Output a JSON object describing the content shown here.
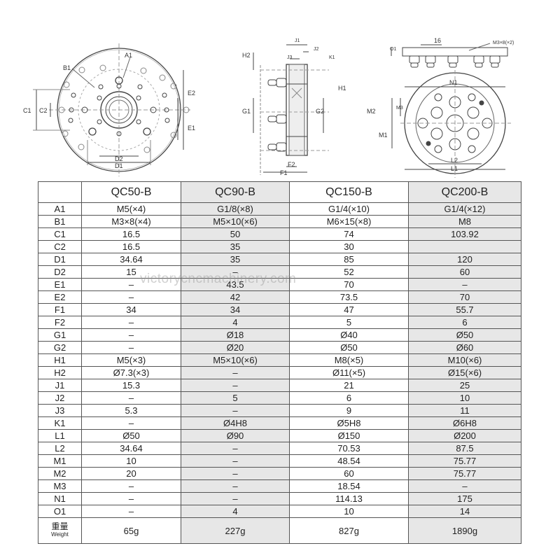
{
  "drawing_labels": {
    "front": {
      "A1": "A1",
      "B1": "B1",
      "C1": "C1",
      "C2": "C2",
      "D1": "D1",
      "D2": "D2",
      "E1": "E1",
      "E2": "E2"
    },
    "side": {
      "J1": "J1",
      "J2": "J2",
      "J3": "J3",
      "K1": "K1",
      "H1": "H1",
      "H2": "H2",
      "G1": "G1",
      "G2": "G2",
      "F1": "F1",
      "F2": "F2"
    },
    "right": {
      "O1": "O1",
      "dim16": "16",
      "screw": "M3×8(×2)",
      "N1": "N1",
      "M1": "M1",
      "M2": "M2",
      "M3": "M3",
      "L1": "L1",
      "L2": "L2"
    }
  },
  "watermark": "victorycncmachinery.com",
  "table": {
    "headers": [
      "",
      "QC50-B",
      "QC90-B",
      "QC150-B",
      "QC200-B"
    ],
    "rows": [
      {
        "label": "A1",
        "values": [
          "M5(×4)",
          "G1/8(×8)",
          "G1/4(×10)",
          "G1/4(×12)"
        ]
      },
      {
        "label": "B1",
        "values": [
          "M3×8(×4)",
          "M5×10(×6)",
          "M6×15(×8)",
          "M8"
        ]
      },
      {
        "label": "C1",
        "values": [
          "16.5",
          "50",
          "74",
          "103.92"
        ]
      },
      {
        "label": "C2",
        "values": [
          "16.5",
          "35",
          "30",
          ""
        ]
      },
      {
        "label": "D1",
        "values": [
          "34.64",
          "35",
          "85",
          "120"
        ]
      },
      {
        "label": "D2",
        "values": [
          "15",
          "–",
          "52",
          "60"
        ]
      },
      {
        "label": "E1",
        "values": [
          "–",
          "43.5",
          "70",
          "–"
        ]
      },
      {
        "label": "E2",
        "values": [
          "–",
          "42",
          "73.5",
          "70"
        ]
      },
      {
        "label": "F1",
        "values": [
          "34",
          "34",
          "47",
          "55.7"
        ]
      },
      {
        "label": "F2",
        "values": [
          "–",
          "4",
          "5",
          "6"
        ]
      },
      {
        "label": "G1",
        "values": [
          "–",
          "Ø18",
          "Ø40",
          "Ø50"
        ]
      },
      {
        "label": "G2",
        "values": [
          "–",
          "Ø20",
          "Ø50",
          "Ø60"
        ]
      },
      {
        "label": "H1",
        "values": [
          "M5(×3)",
          "M5×10(×6)",
          "M8(×5)",
          "M10(×6)"
        ]
      },
      {
        "label": "H2",
        "values": [
          "Ø7.3(×3)",
          "–",
          "Ø11(×5)",
          "Ø15(×6)"
        ]
      },
      {
        "label": "J1",
        "values": [
          "15.3",
          "–",
          "21",
          "25"
        ]
      },
      {
        "label": "J2",
        "values": [
          "–",
          "5",
          "6",
          "10"
        ]
      },
      {
        "label": "J3",
        "values": [
          "5.3",
          "–",
          "9",
          "11"
        ]
      },
      {
        "label": "K1",
        "values": [
          "–",
          "Ø4H8",
          "Ø5H8",
          "Ø6H8"
        ]
      },
      {
        "label": "L1",
        "values": [
          "Ø50",
          "Ø90",
          "Ø150",
          "Ø200"
        ]
      },
      {
        "label": "L2",
        "values": [
          "34.64",
          "–",
          "70.53",
          "87.5"
        ]
      },
      {
        "label": "M1",
        "values": [
          "10",
          "–",
          "48.54",
          "75.77"
        ]
      },
      {
        "label": "M2",
        "values": [
          "20",
          "–",
          "60",
          "75.77"
        ]
      },
      {
        "label": "M3",
        "values": [
          "–",
          "–",
          "18.54",
          "–"
        ]
      },
      {
        "label": "N1",
        "values": [
          "–",
          "–",
          "114.13",
          "175"
        ]
      },
      {
        "label": "O1",
        "values": [
          "–",
          "4",
          "10",
          "14"
        ]
      }
    ],
    "weight": {
      "label_zh": "重量",
      "label_en": "Weight",
      "values": [
        "65g",
        "227g",
        "827g",
        "1890g"
      ]
    }
  }
}
